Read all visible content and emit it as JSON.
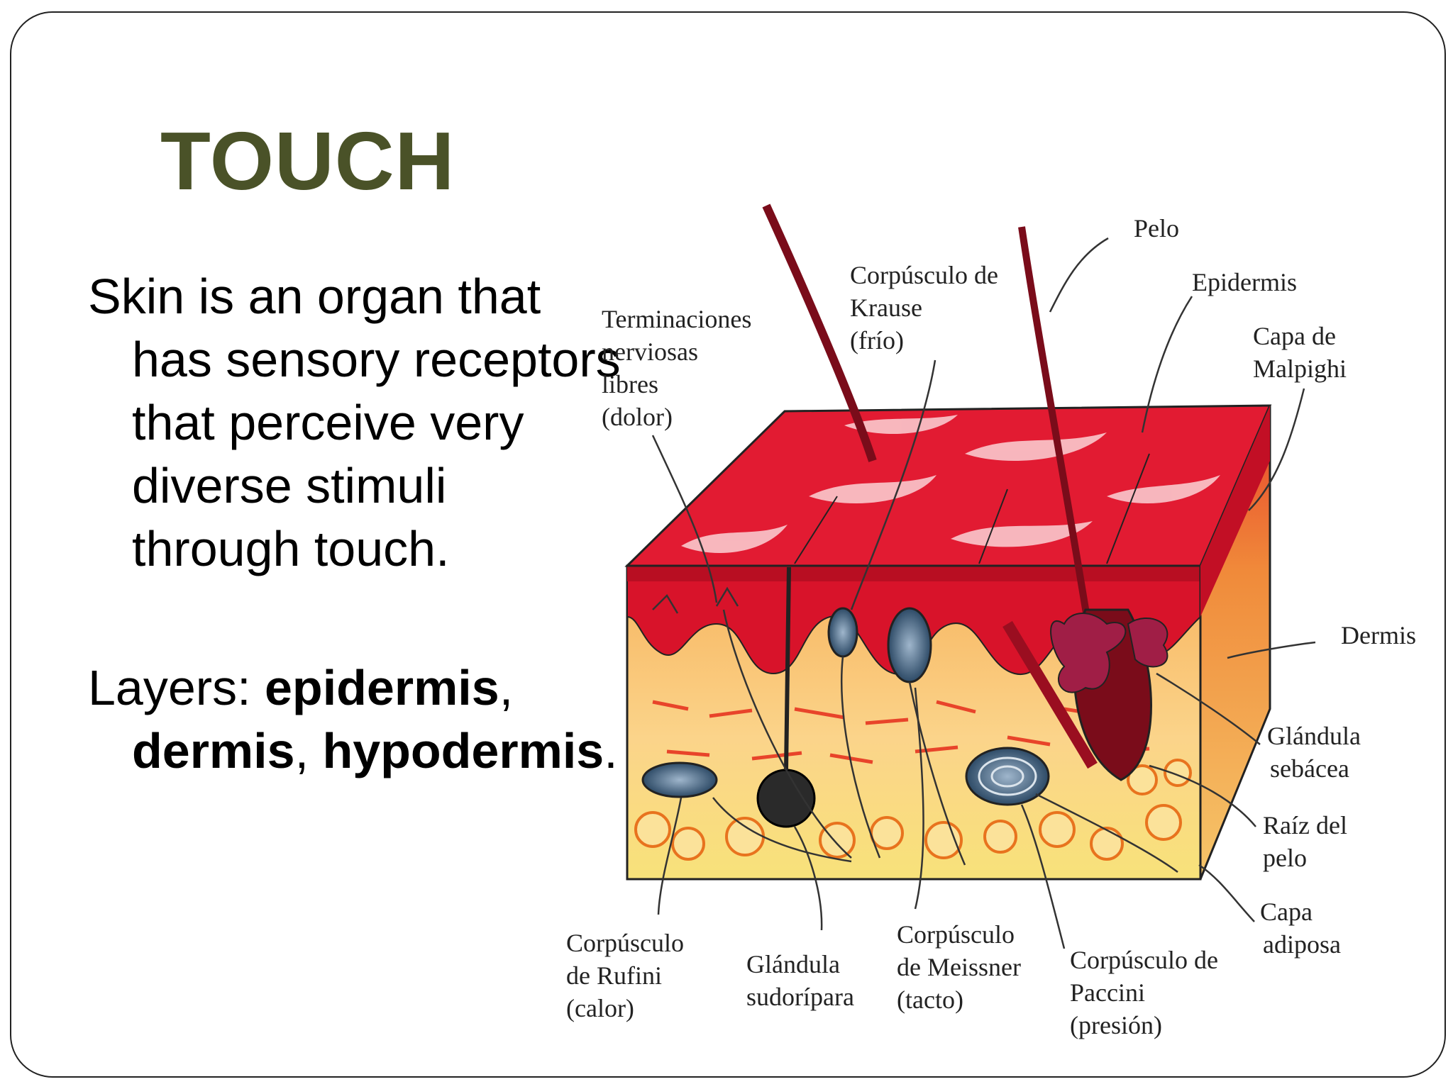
{
  "slide": {
    "title": "TOUCH",
    "bullet1": "Skin  is an organ that has sensory receptors that perceive very diverse stimuli through touch.",
    "bullet2": {
      "prefix": "Layers: ",
      "epidermis": "epidermis",
      "sep1": ", ",
      "dermis": "dermis",
      "sep2": ", ",
      "hypodermis": "hypodermis",
      "end": "."
    }
  },
  "colors": {
    "title": "#4a5228",
    "epidermis_red": "#d8132a",
    "dermis_orange": "#f3a04c",
    "hypodermis_yellow": "#f8e27a"
  },
  "diagram": {
    "labels": {
      "pelo": "Pelo",
      "epidermis": "Epidermis",
      "capa_malpighi_1": "Capa de",
      "capa_malpighi_2": "Malpighi",
      "krause_1": "Corpúsculo de",
      "krause_2": "Krause",
      "krause_3": "(frío)",
      "term_1": "Terminaciones",
      "term_2": "nerviosas",
      "term_3": "libres",
      "term_4": "(dolor)",
      "dermis": "Dermis",
      "sebacea_1": "Glándula",
      "sebacea_2": "sebácea",
      "raiz_1": "Raíz del",
      "raiz_2": "pelo",
      "adiposa_1": "Capa",
      "adiposa_2": "adiposa",
      "rufini_1": "Corpúsculo",
      "rufini_2": "de Rufini",
      "rufini_3": "(calor)",
      "sudoripara_1": "Glándula",
      "sudoripara_2": "sudorípara",
      "meissner_1": "Corpúsculo",
      "meissner_2": "de Meissner",
      "meissner_3": "(tacto)",
      "paccini_1": "Corpúsculo de",
      "paccini_2": "Paccini",
      "paccini_3": "(presión)"
    }
  }
}
